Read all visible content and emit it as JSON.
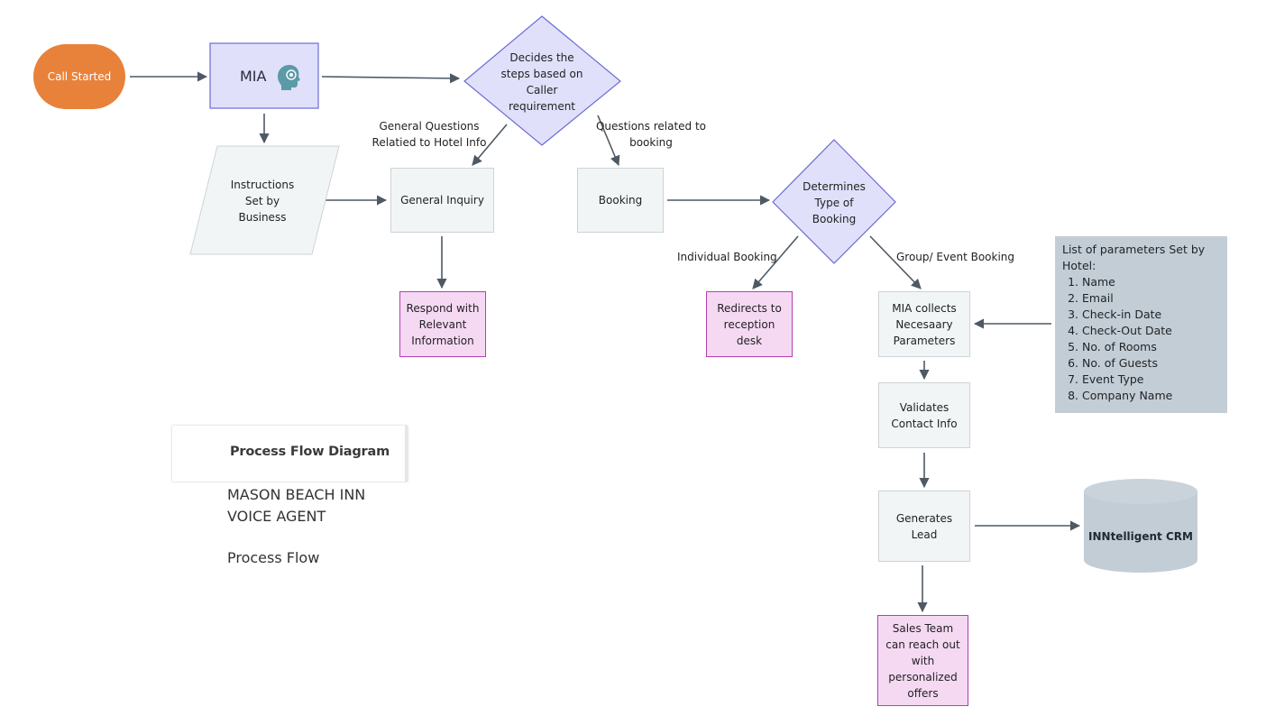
{
  "nodes": {
    "call_started": "Call Started",
    "mia": "MIA",
    "decides": "Decides the steps based on Caller requirement",
    "instructions": "Instructions Set by Business",
    "general_inquiry": "General Inquiry",
    "booking": "Booking",
    "determines": "Determines Type of Booking",
    "respond": "Respond with Relevant Information",
    "redirects": "Redirects to reception desk",
    "mia_collects": "MIA collects Necesaary Parameters",
    "validates": "Validates Contact Info",
    "generates": "Generates Lead",
    "crm": "INNtelligent CRM",
    "sales": "Sales Team can reach out with personalized offers"
  },
  "edge_labels": {
    "general_questions": "General Questions Relatied to Hotel Info",
    "questions_booking": "Questions related to booking",
    "individual": "Individual Booking",
    "group": "Group/ Event Booking"
  },
  "parameters": {
    "heading": "List of parameters Set by Hotel:",
    "items": [
      "Name",
      "Email",
      "Check-in Date",
      "Check-Out Date",
      "No. of Rooms",
      "No. of Guests",
      "Event Type",
      "Company Name"
    ]
  },
  "legend": {
    "label": "Process Flow Diagram",
    "icon": "funnel-icon"
  },
  "title": {
    "line1": "MASON BEACH INN",
    "line2": "VOICE AGENT",
    "line3": "Process Flow"
  },
  "colors": {
    "start": "#e8823a",
    "process_fill": "#e0e0fb",
    "process_border": "#6b6bd6",
    "grey_fill": "#f2f5f6",
    "pink_fill": "#f5d9f3",
    "pink_border": "#b33fb0",
    "crm_fill": "#c3cdd5",
    "params_fill": "#c3cdd5",
    "arrow": "#4e5964",
    "funnel": "#2a8ad6",
    "head_icon": "#5b9aa6"
  }
}
